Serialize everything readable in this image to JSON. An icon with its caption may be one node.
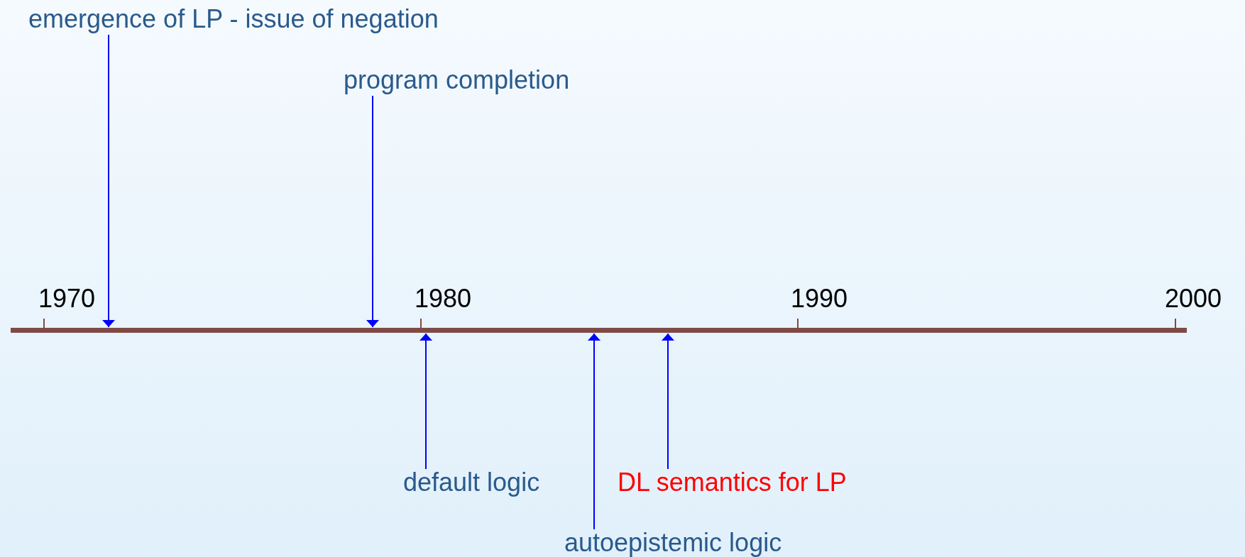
{
  "diagram": {
    "nodes": [
      {
        "text": [
          "emergence of LP - issue of negation"
        ]
      },
      {
        "text": [
          "program completion"
        ]
      },
      {
        "text": [
          "default logic"
        ]
      },
      {
        "text": [
          "autoepistemic logic"
        ]
      },
      {
        "text": [
          "DL semantics for LP"
        ]
      },
      {
        "text": [],
        "shape": "bar"
      }
    ],
    "edges": [
      {
        "from": 0,
        "to": 5,
        "arrow": "to"
      },
      {
        "from": 1,
        "to": 5,
        "arrow": "to"
      },
      {
        "from": 2,
        "to": 5,
        "arrow": "to"
      },
      {
        "from": 3,
        "to": 5,
        "arrow": "to"
      },
      {
        "from": 4,
        "to": 5,
        "arrow": "to"
      }
    ],
    "labels": [
      "1970",
      "1980",
      "1990",
      "2000"
    ]
  }
}
